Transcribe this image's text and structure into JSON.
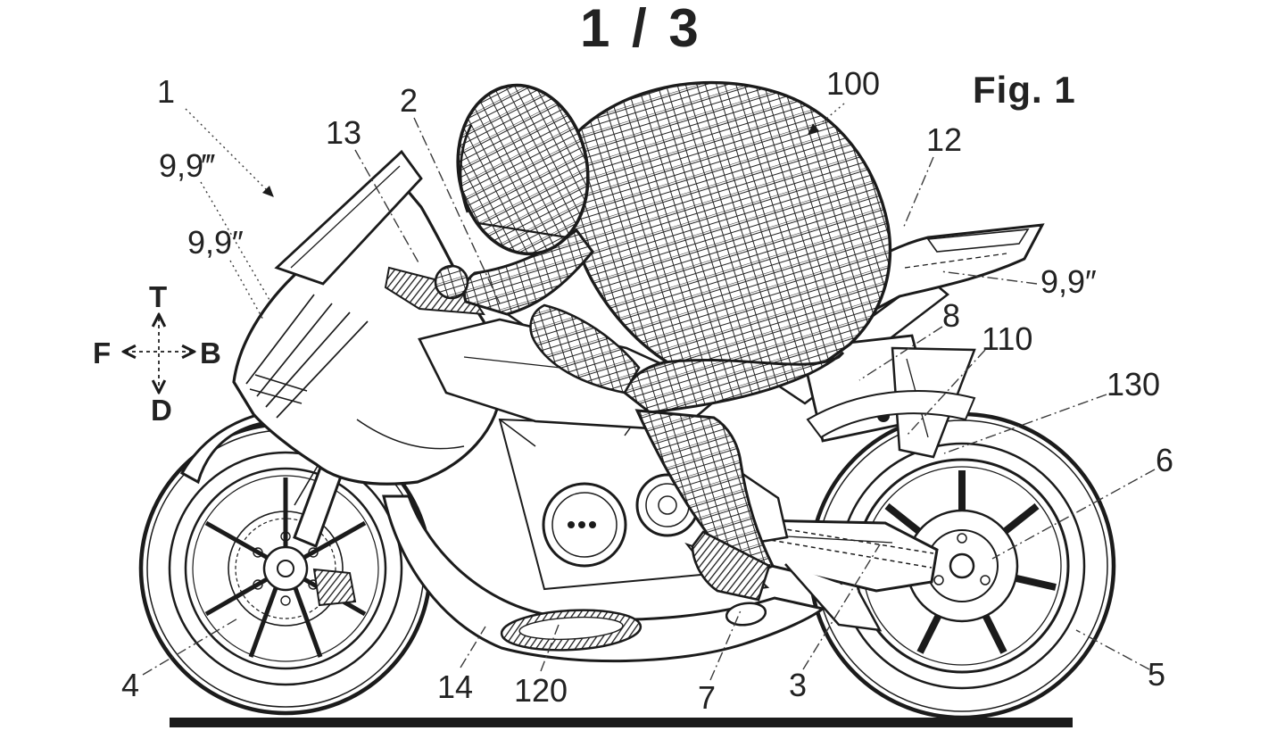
{
  "sheet": {
    "page_indicator": "1 / 3",
    "figure_caption": "Fig. 1"
  },
  "orientation_legend": {
    "top": "T",
    "front": "F",
    "back": "B",
    "down": "D"
  },
  "reference_labels": {
    "n1": "1",
    "n2": "2",
    "n3": "3",
    "n4": "4",
    "n5": "5",
    "n6": "6",
    "n7": "7",
    "n8": "8",
    "n12": "12",
    "n13": "13",
    "n14": "14",
    "n100": "100",
    "n110": "110",
    "n120": "120",
    "n130": "130",
    "winglet_triple_prime": "9,9‴",
    "winglet_front_double_prime": "9,9″",
    "winglet_rear_double_prime": "9,9″"
  },
  "colors": {
    "ink": "#1b1b1b",
    "leader": "#3a3a3a",
    "paper": "#ffffff"
  },
  "drawing": {
    "subject": "Patent line drawing, sheet 1 of 3: left-facing side view of a racing motorcycle with crouched wireframe rider (Fig. 1)"
  }
}
